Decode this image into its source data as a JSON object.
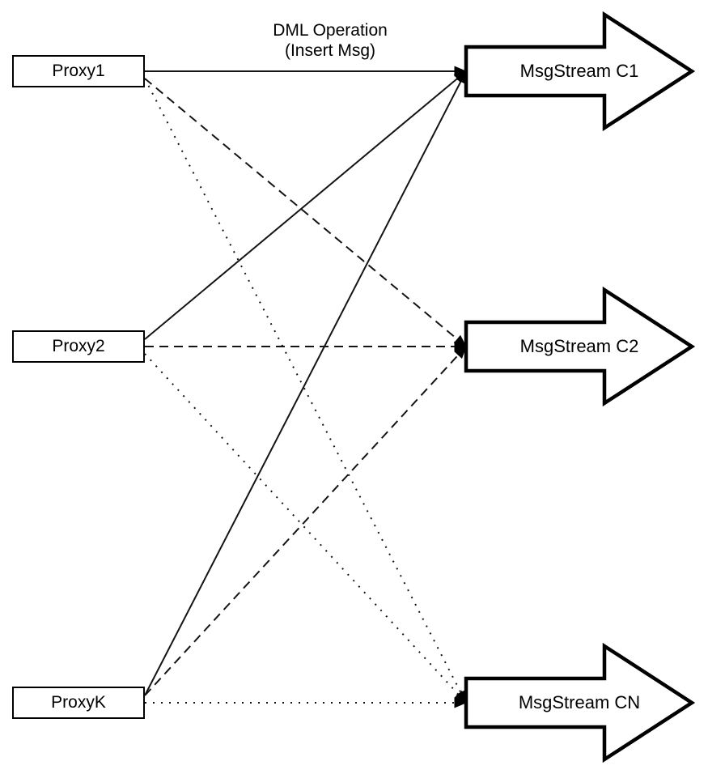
{
  "title": {
    "line1": "DML Operation",
    "line2": "(Insert Msg)"
  },
  "proxies": [
    {
      "id": "proxy1",
      "label": "Proxy1"
    },
    {
      "id": "proxy2",
      "label": "Proxy2"
    },
    {
      "id": "proxyk",
      "label": "ProxyK"
    }
  ],
  "streams": [
    {
      "id": "c1",
      "label": "MsgStream C1",
      "shape": "block-arrow-right"
    },
    {
      "id": "c2",
      "label": "MsgStream C2",
      "shape": "block-arrow-right"
    },
    {
      "id": "cn",
      "label": "MsgStream CN",
      "shape": "block-arrow-right"
    }
  ],
  "connections": [
    {
      "from": "proxy1",
      "to": "c1",
      "style": "solid",
      "arrowhead": "filled-triangle"
    },
    {
      "from": "proxy1",
      "to": "c2",
      "style": "dashed",
      "arrowhead": "filled-triangle"
    },
    {
      "from": "proxy1",
      "to": "cn",
      "style": "dotted",
      "arrowhead": "filled-triangle"
    },
    {
      "from": "proxy2",
      "to": "c1",
      "style": "solid",
      "arrowhead": "filled-triangle"
    },
    {
      "from": "proxy2",
      "to": "c2",
      "style": "dashed",
      "arrowhead": "filled-triangle"
    },
    {
      "from": "proxy2",
      "to": "cn",
      "style": "dotted",
      "arrowhead": "filled-triangle"
    },
    {
      "from": "proxyk",
      "to": "c1",
      "style": "solid",
      "arrowhead": "filled-triangle"
    },
    {
      "from": "proxyk",
      "to": "c2",
      "style": "dashed",
      "arrowhead": "filled-triangle"
    },
    {
      "from": "proxyk",
      "to": "cn",
      "style": "dotted",
      "arrowhead": "filled-triangle"
    }
  ],
  "colors": {
    "background": "#ffffff",
    "line": "#141414",
    "shape_stroke": "#000000",
    "shape_fill": "#ffffff",
    "text": "#000000"
  }
}
